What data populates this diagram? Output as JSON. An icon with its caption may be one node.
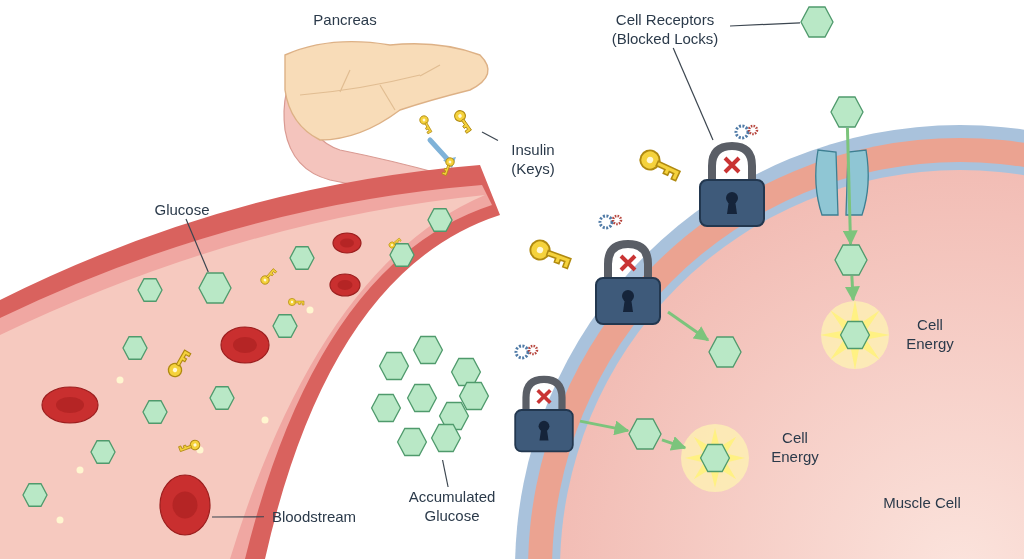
{
  "diagram": {
    "nodes": [
      {
        "text": [
          "Insulin (Keys)"
        ]
      },
      {
        "text": [],
        "shape": "picture"
      },
      {
        "text": [
          "Glucose"
        ]
      },
      {
        "text": [],
        "shape": "hexagon"
      },
      {
        "text": [
          "Bloodstream"
        ]
      },
      {
        "text": [
          "Accumulated Glucose"
        ]
      },
      {
        "text": [],
        "shape": "picture"
      },
      {
        "text": [
          "Cell Receptors (Blocked Locks)"
        ]
      },
      {
        "text": [],
        "shape": "picture"
      },
      {
        "text": [],
        "shape": "hexagon"
      },
      {
        "text": [],
        "shape": "hexagon"
      },
      {
        "text": [],
        "shape": "hexagon"
      },
      {
        "text": [],
        "shape": "hexagon"
      },
      {
        "text": [],
        "shape": "picture"
      },
      {
        "text": [],
        "shape": "hexagon"
      },
      {
        "text": [],
        "shape": "picture"
      },
      {
        "text": [],
        "shape": "hexagon"
      },
      {
        "text": [],
        "shape": "hexagon"
      }
    ],
    "edges": [
      {
        "from": 0,
        "to": 1,
        "arrow": "none"
      },
      {
        "from": 2,
        "to": 3,
        "arrow": "none"
      },
      {
        "from": 4,
        "to": null,
        "arrow": "none"
      },
      {
        "from": 5,
        "to": 6,
        "arrow": "none"
      },
      {
        "from": 7,
        "to": 8,
        "arrow": "none"
      },
      {
        "from": 7,
        "to": 9,
        "arrow": "none"
      },
      {
        "from": 10,
        "to": 11,
        "arrow": "to",
        "style": "thick",
        "color": "#7cc47c"
      },
      {
        "from": 11,
        "to": 12,
        "arrow": "to",
        "style": "thick",
        "color": "#7cc47c"
      },
      {
        "from": 13,
        "to": 14,
        "arrow": "to",
        "style": "thick",
        "color": "#7cc47c"
      },
      {
        "from": 15,
        "to": 16,
        "arrow": "to",
        "style": "thick",
        "color": "#7cc47c"
      },
      {
        "from": 16,
        "to": 17,
        "arrow": "to",
        "style": "thick",
        "color": "#7cc47c"
      }
    ],
    "labels": [
      "Pancreas",
      "Cell Energy",
      "Cell Energy",
      "Muscle Cell"
    ]
  }
}
